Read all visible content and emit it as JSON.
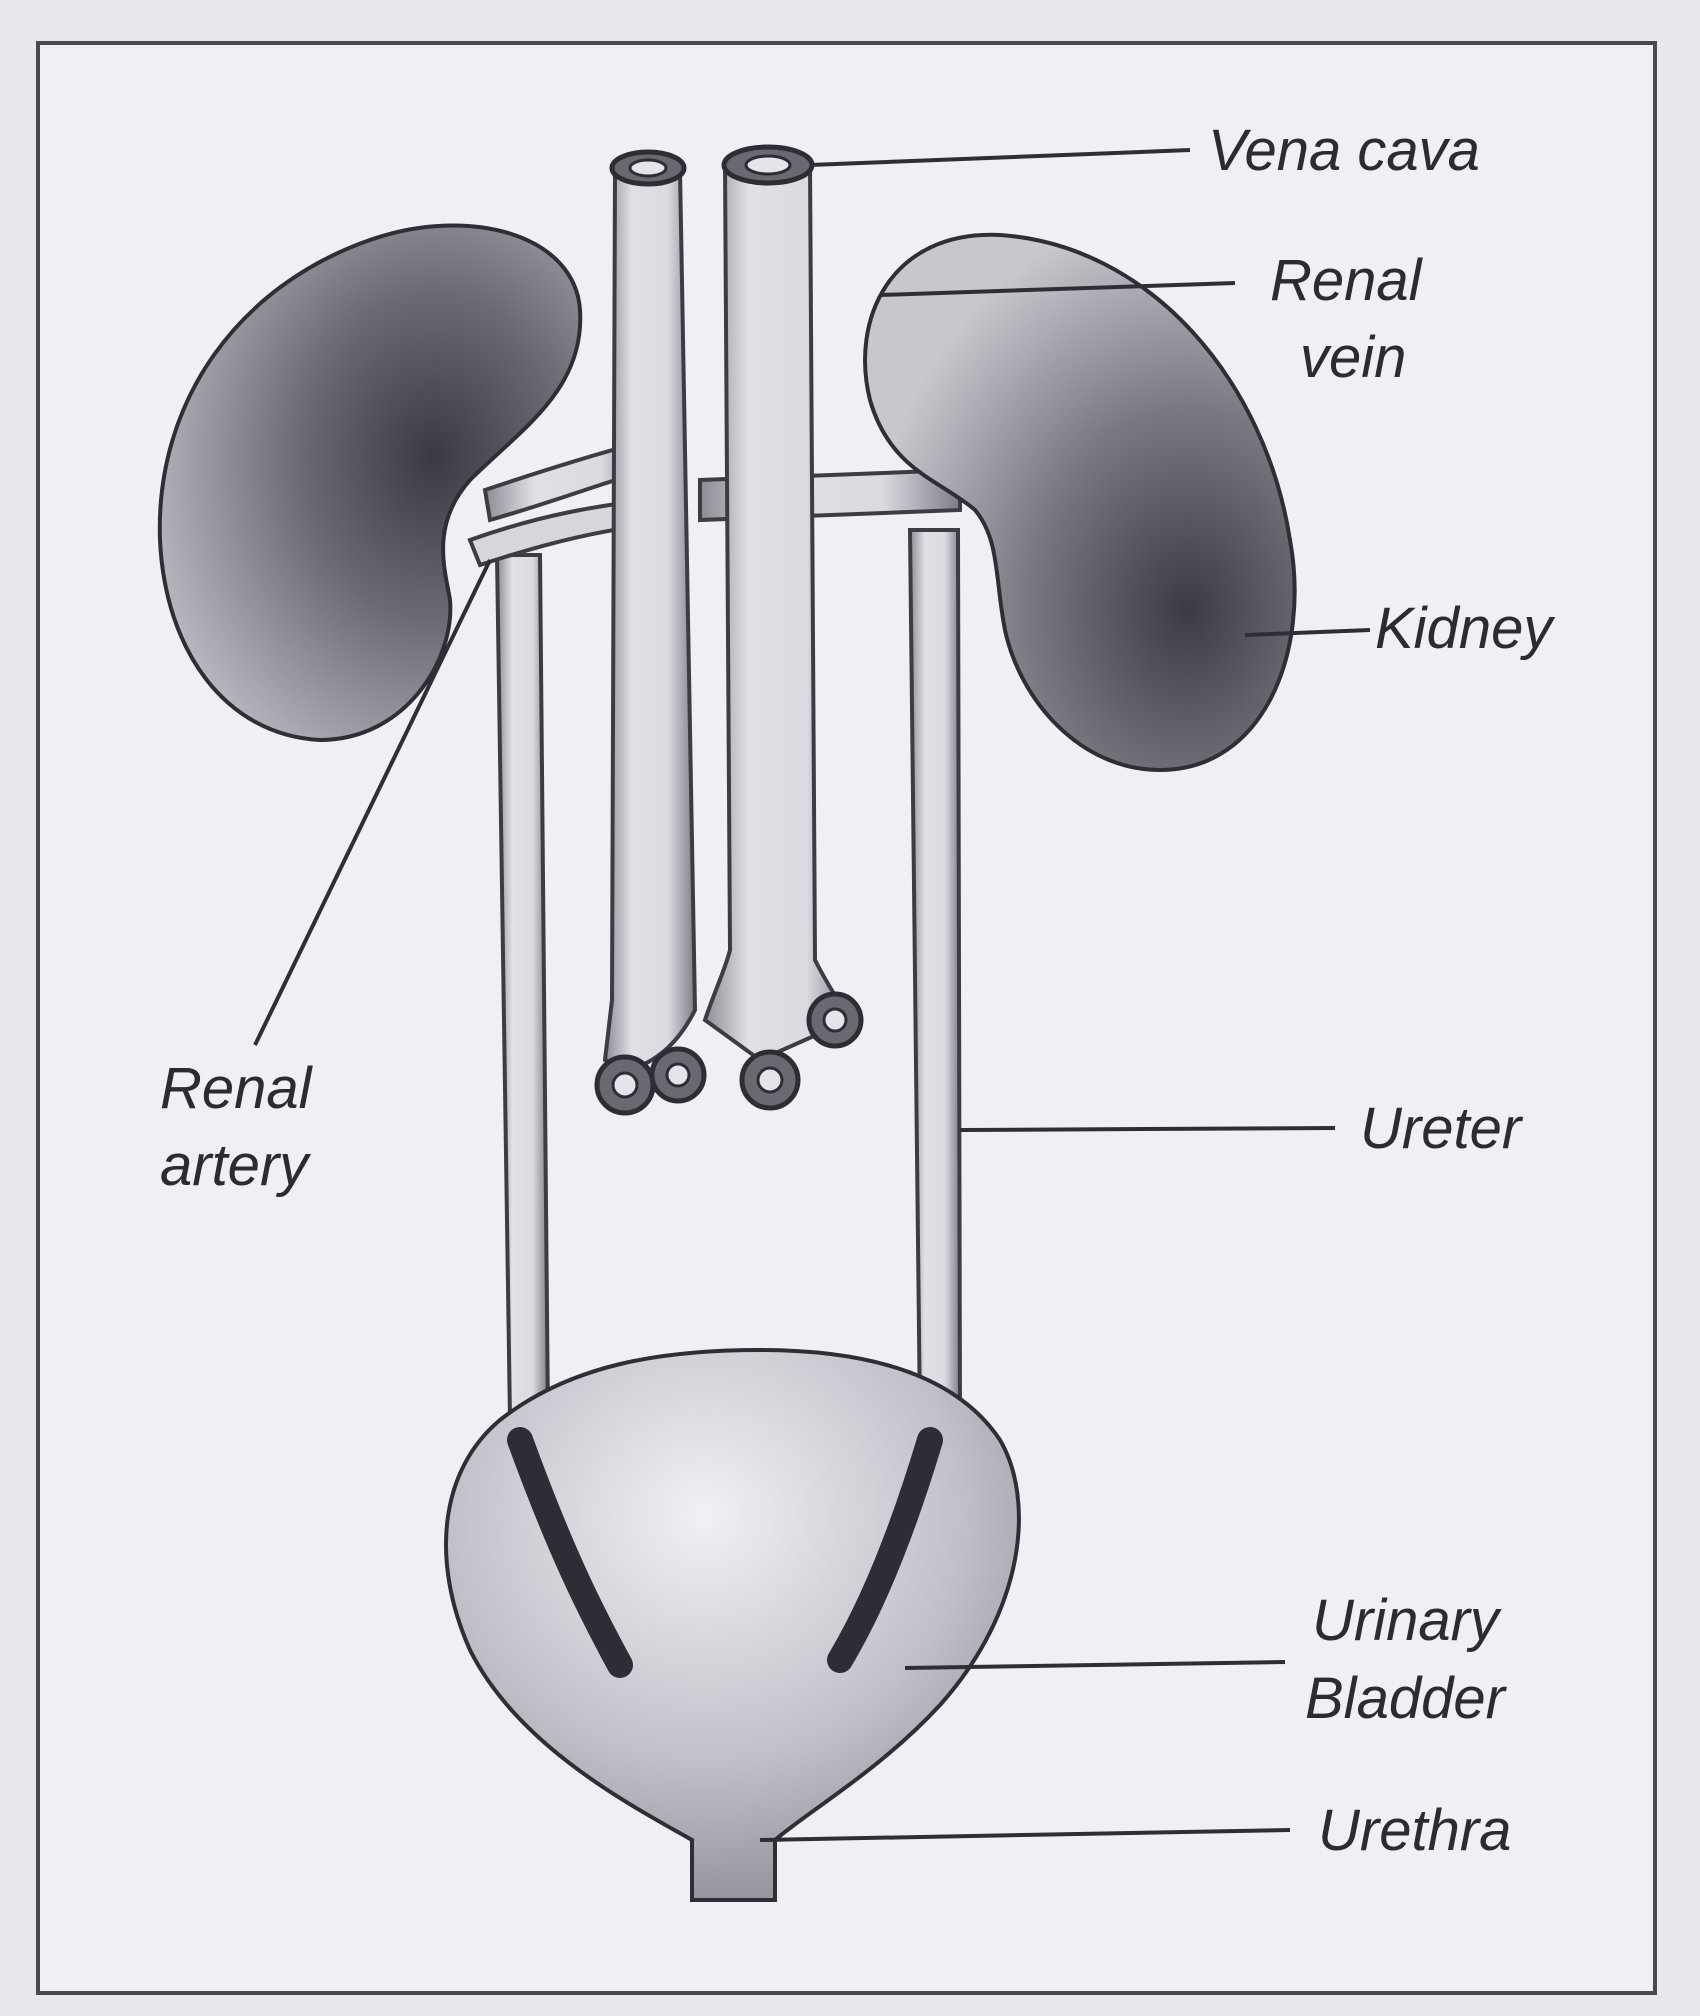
{
  "labels": {
    "vena_cava": "Vena cava",
    "renal_vein_1": "Renal",
    "renal_vein_2": "vein",
    "kidney": "Kidney",
    "renal_artery_1": "Renal",
    "renal_artery_2": "artery",
    "ureter": "Ureter",
    "urinary_bladder_1": "Urinary",
    "urinary_bladder_2": "Bladder",
    "urethra": "Urethra"
  }
}
